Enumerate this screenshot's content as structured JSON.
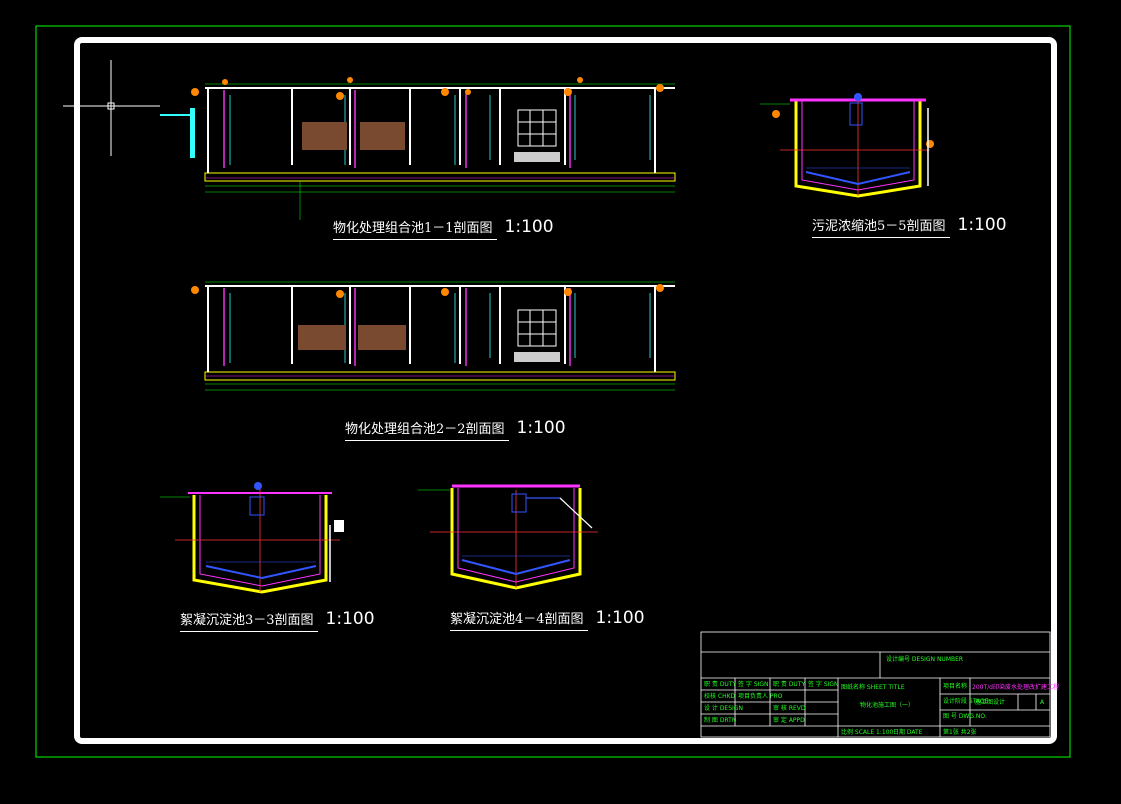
{
  "drawing": {
    "sections": [
      {
        "id": "s11",
        "title": "物化处理组合池1－1剖面图",
        "scale": "1:100"
      },
      {
        "id": "s22",
        "title": "物化处理组合池2－2剖面图",
        "scale": "1:100"
      },
      {
        "id": "s33",
        "title": "絮凝沉淀池3－3剖面图",
        "scale": "1:100"
      },
      {
        "id": "s44",
        "title": "絮凝沉淀池4－4剖面图",
        "scale": "1:100"
      },
      {
        "id": "s55",
        "title": "污泥浓缩池5－5剖面图",
        "scale": "1:100"
      }
    ],
    "title_block": {
      "design_number": "设计编号 DESIGN NUMBER",
      "duty": "职 责 DUTY",
      "sign": "签 字 SIGN",
      "duty2": "职 责 DUTY",
      "sign2": "签 字 SIGN",
      "sheet_title_label": "图纸名称 SHEET TITLE",
      "sheet_title": "物化池施工图（一）",
      "project_label": "项目名称",
      "project": "200T/d印染废水处理改扩建工程",
      "checked": "校核 CHKD",
      "pro_lead": "项目负责人 PRO",
      "design": "设 计 DESIGN",
      "review": "审 核 REVD",
      "drawn": "制 图 DRTN",
      "approve": "审 定 APPD",
      "stage_label": "设计阶段 STAGE",
      "stage": "施工图设计",
      "grade": "A",
      "dwg_no_label": "图 号 DWG.NO.",
      "scale_label": "比例 SCALE 1:100",
      "date_label": "日期 DATE",
      "sheet": "第1张 共2张"
    },
    "colors": {
      "green": "#00ff00",
      "yellow": "#ffff00",
      "red": "#ff3333",
      "magenta": "#ff33ff",
      "cyan": "#33ffff",
      "white": "#ffffff",
      "blue": "#3355ff",
      "brown": "#7a4a30",
      "orange": "#ff8800"
    }
  }
}
